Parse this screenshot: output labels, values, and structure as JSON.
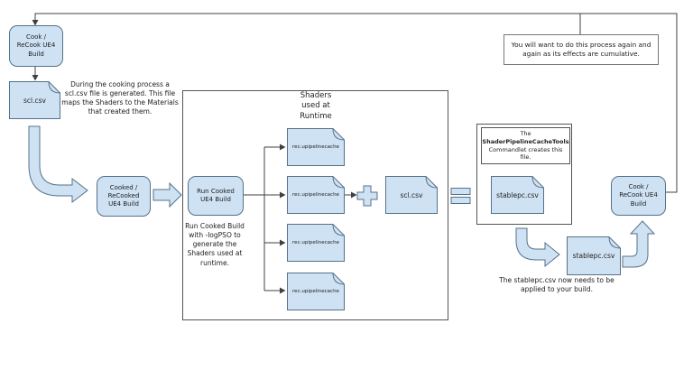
{
  "colors": {
    "node_fill": "#cfe2f3",
    "node_stroke": "#54718a",
    "line": "#404040"
  },
  "nodes": {
    "cook_left": "Cook /\nReCook UE4\nBuild",
    "scl_csv_1": "scl.csv",
    "cooked_build": "Cooked /\nReCooked\nUE4 Build",
    "run_cooked": "Run Cooked\nUE4 Build",
    "rec_cache": "rec.upipelinecache",
    "scl_csv_2": "scl.csv",
    "stablepc_inner": "stablepc.csv",
    "stablepc_outer": "stablepc.csv",
    "cook_right": "Cook /\nReCook UE4\nBuild"
  },
  "labels": {
    "shaders_title": "Shaders\nused at\nRuntime",
    "cooking_note": "During the cooking process a scl.csv file is generated. This file maps the Shaders to the Materials that created them.",
    "run_note": "Run Cooked Build with -logPSO to generate the Shaders used at runtime.",
    "tools_note_line1": "The",
    "tools_note_bold": "ShaderPipelineCacheTools",
    "tools_note_rest": "Commandlet creates this file.",
    "apply_note": "The stablepc.csv now needs to be applied to your build.",
    "cumulative_note": "You will want to do this process again and again as its effects are cumulative."
  }
}
